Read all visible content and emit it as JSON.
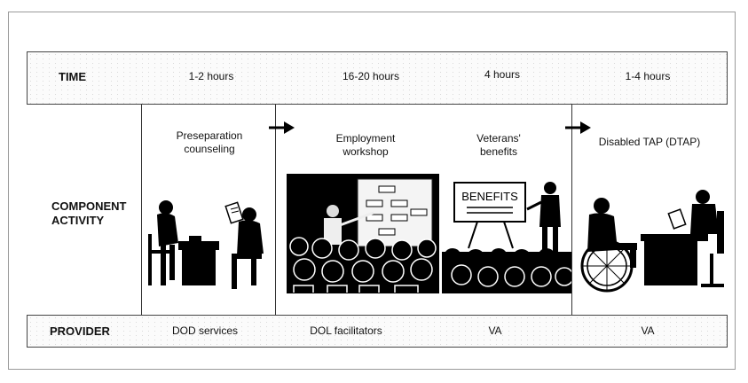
{
  "time_row": {
    "label": "TIME",
    "durations": [
      "1-2 hours",
      "16-20 hours",
      "4 hours",
      "1-4 hours"
    ]
  },
  "component_row": {
    "label_line1": "COMPONENT",
    "label_line2": "ACTIVITY",
    "activities": [
      {
        "line1": "Preseparation",
        "line2": "counseling",
        "icon": "counseling-meeting-icon"
      },
      {
        "line1": "Employment",
        "line2": "workshop",
        "icon": "workshop-presentation-icon"
      },
      {
        "line1": "Veterans'",
        "line2": "benefits",
        "icon": "benefits-presentation-icon"
      },
      {
        "line1": "Disabled TAP (DTAP)",
        "line2": "",
        "icon": "wheelchair-counseling-icon"
      }
    ],
    "benefits_sign": "BENEFITS"
  },
  "provider_row": {
    "label": "PROVIDER",
    "providers": [
      "DOD services",
      "DOL facilitators",
      "VA",
      "VA"
    ]
  }
}
